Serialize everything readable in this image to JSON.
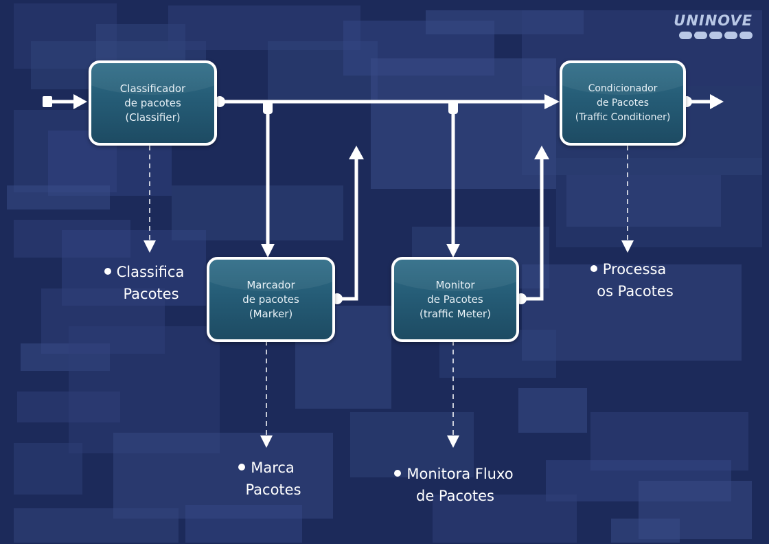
{
  "logo": {
    "text": "UNINOVE",
    "color": "#b9c8e6"
  },
  "colors": {
    "background": "#1c2a5a",
    "box_fill": "#2a6580",
    "lines": "#ffffff"
  },
  "boxes": {
    "classifier": [
      "Classificador",
      "de pacotes",
      "(Classifier)"
    ],
    "marker": [
      "Marcador",
      "de pacotes",
      "(Marker)"
    ],
    "meter": [
      "Monitor",
      "de Pacotes",
      "(traffic Meter)"
    ],
    "conditioner": [
      "Condicionador",
      "de Pacotes",
      "(Traffic Conditioner)"
    ]
  },
  "descriptions": {
    "classifier": [
      "Classifica",
      "Pacotes"
    ],
    "marker": [
      "Marca",
      "Pacotes"
    ],
    "meter": [
      "Monitora Fluxo",
      "de Pacotes"
    ],
    "conditioner": [
      "Processa",
      "os Pacotes"
    ]
  }
}
